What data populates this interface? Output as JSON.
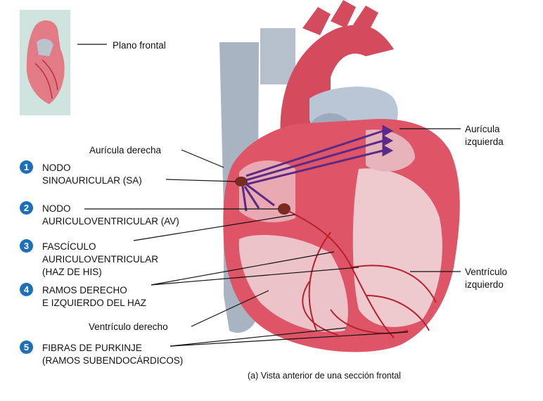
{
  "inset_label": "Plano frontal",
  "right_labels": {
    "left_atrium": [
      "Aurícula",
      "izquierda"
    ],
    "left_ventricle": [
      "Ventrículo",
      "izquierdo"
    ]
  },
  "left_labels": {
    "right_atrium": "Aurícula derecha",
    "right_ventricle": "Ventrículo derecho"
  },
  "steps": [
    {
      "num": "1",
      "lines": [
        "NODO",
        "SINOAURICULAR (SA)"
      ]
    },
    {
      "num": "2",
      "lines": [
        "NODO",
        "AURICULOVENTRICULAR (AV)"
      ]
    },
    {
      "num": "3",
      "lines": [
        "FASCÍCULO",
        "AURICULOVENTRICULAR",
        "(HAZ DE HIS)"
      ]
    },
    {
      "num": "4",
      "lines": [
        "RAMOS DERECHO",
        "E IZQUIERDO DEL HAZ"
      ]
    },
    {
      "num": "5",
      "lines": [
        "FIBRAS DE PURKINJE",
        "(RAMOS SUBENDOCÁRDICOS)"
      ]
    }
  ],
  "caption": "(a) Vista anterior de una sección frontal",
  "colors": {
    "step_badge": "#1d6fb8",
    "myocardium": "#d9475a",
    "vein": "#9aa7b8",
    "signal_arrows": "#5b2a86"
  }
}
